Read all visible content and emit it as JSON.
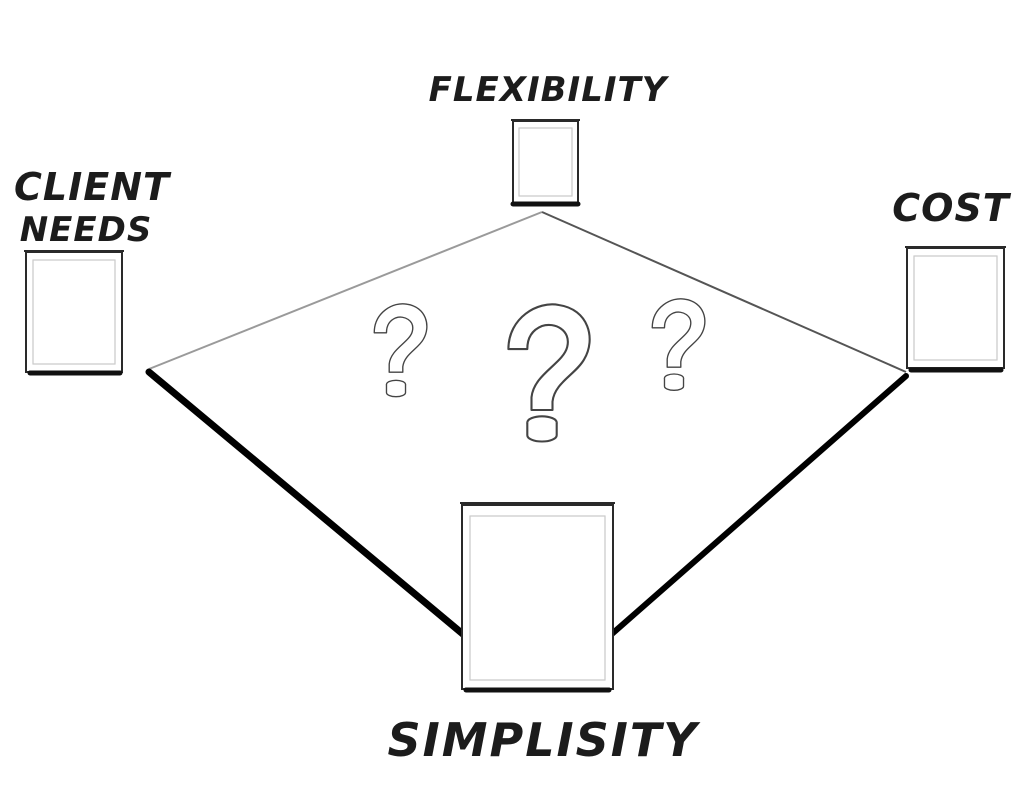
{
  "nodes": {
    "flexibility": {
      "label": "FLEXIBILITY"
    },
    "client_needs": {
      "label_line1": "CLIENT",
      "label_line2": "NEEDS"
    },
    "cost": {
      "label": "COST"
    },
    "simplicity": {
      "label": "SIMPLISITY"
    }
  },
  "question_marks": [
    "question-mark-left",
    "question-mark-center",
    "question-mark-right"
  ],
  "colors": {
    "ink": "#1c1c1c",
    "edge_bold": "#000000",
    "edge_thin": "#555555",
    "background": "#ffffff"
  }
}
